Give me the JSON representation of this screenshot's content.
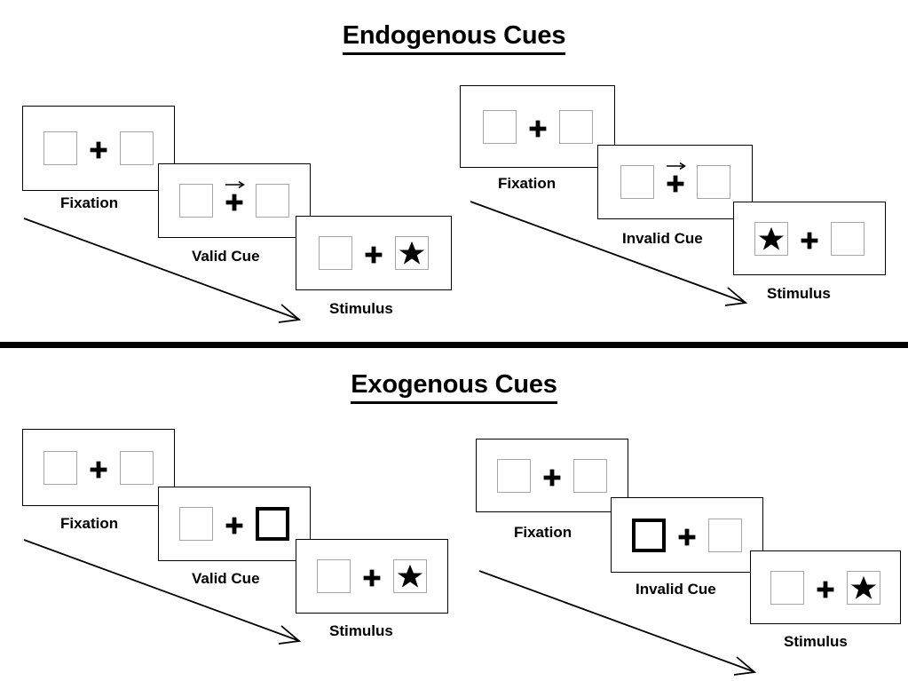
{
  "figure": {
    "title_endogenous": "Endogenous Cues",
    "title_exogenous": "Exogenous Cues",
    "divider_color": "#000000",
    "background_color": "#ffffff"
  },
  "labels": {
    "fixation": "Fixation",
    "valid_cue": "Valid Cue",
    "invalid_cue": "Invalid Cue",
    "stimulus": "Stimulus"
  },
  "icons": {
    "fixation_cross": "plus-icon",
    "cue_arrow": "right-arrow-icon",
    "target": "star-icon",
    "time_flow": "diagonal-arrow-icon"
  },
  "colors": {
    "box_outline": "#a6a6a6",
    "cued_box_outline": "#000000",
    "panel_outline": "#000000",
    "glyph": "#000000"
  },
  "sections": [
    {
      "id": "endogenous",
      "title": "Endogenous Cues",
      "sequences": [
        {
          "id": "endogenous-valid",
          "cue_type": "valid",
          "panels": [
            {
              "caption": "Fixation",
              "left_box": "empty",
              "right_box": "empty",
              "cue": "none",
              "target_side": "none"
            },
            {
              "caption": "Valid Cue",
              "left_box": "empty",
              "right_box": "empty",
              "cue": "arrow-right",
              "target_side": "none"
            },
            {
              "caption": "Stimulus",
              "left_box": "empty",
              "right_box": "star",
              "cue": "none",
              "target_side": "right"
            }
          ]
        },
        {
          "id": "endogenous-invalid",
          "cue_type": "invalid",
          "panels": [
            {
              "caption": "Fixation",
              "left_box": "empty",
              "right_box": "empty",
              "cue": "none",
              "target_side": "none"
            },
            {
              "caption": "Invalid Cue",
              "left_box": "empty",
              "right_box": "empty",
              "cue": "arrow-right",
              "target_side": "none"
            },
            {
              "caption": "Stimulus",
              "left_box": "star",
              "right_box": "empty",
              "cue": "none",
              "target_side": "left"
            }
          ]
        }
      ]
    },
    {
      "id": "exogenous",
      "title": "Exogenous Cues",
      "sequences": [
        {
          "id": "exogenous-valid",
          "cue_type": "valid",
          "panels": [
            {
              "caption": "Fixation",
              "left_box": "empty",
              "right_box": "empty",
              "cue": "none",
              "target_side": "none"
            },
            {
              "caption": "Valid Cue",
              "left_box": "empty",
              "right_box": "empty",
              "cue": "highlight-right",
              "target_side": "none"
            },
            {
              "caption": "Stimulus",
              "left_box": "empty",
              "right_box": "star",
              "cue": "none",
              "target_side": "right"
            }
          ]
        },
        {
          "id": "exogenous-invalid",
          "cue_type": "invalid",
          "panels": [
            {
              "caption": "Fixation",
              "left_box": "empty",
              "right_box": "empty",
              "cue": "none",
              "target_side": "none"
            },
            {
              "caption": "Invalid Cue",
              "left_box": "empty",
              "right_box": "empty",
              "cue": "highlight-left",
              "target_side": "none"
            },
            {
              "caption": "Stimulus",
              "left_box": "empty",
              "right_box": "star",
              "cue": "none",
              "target_side": "right"
            }
          ]
        }
      ]
    }
  ]
}
